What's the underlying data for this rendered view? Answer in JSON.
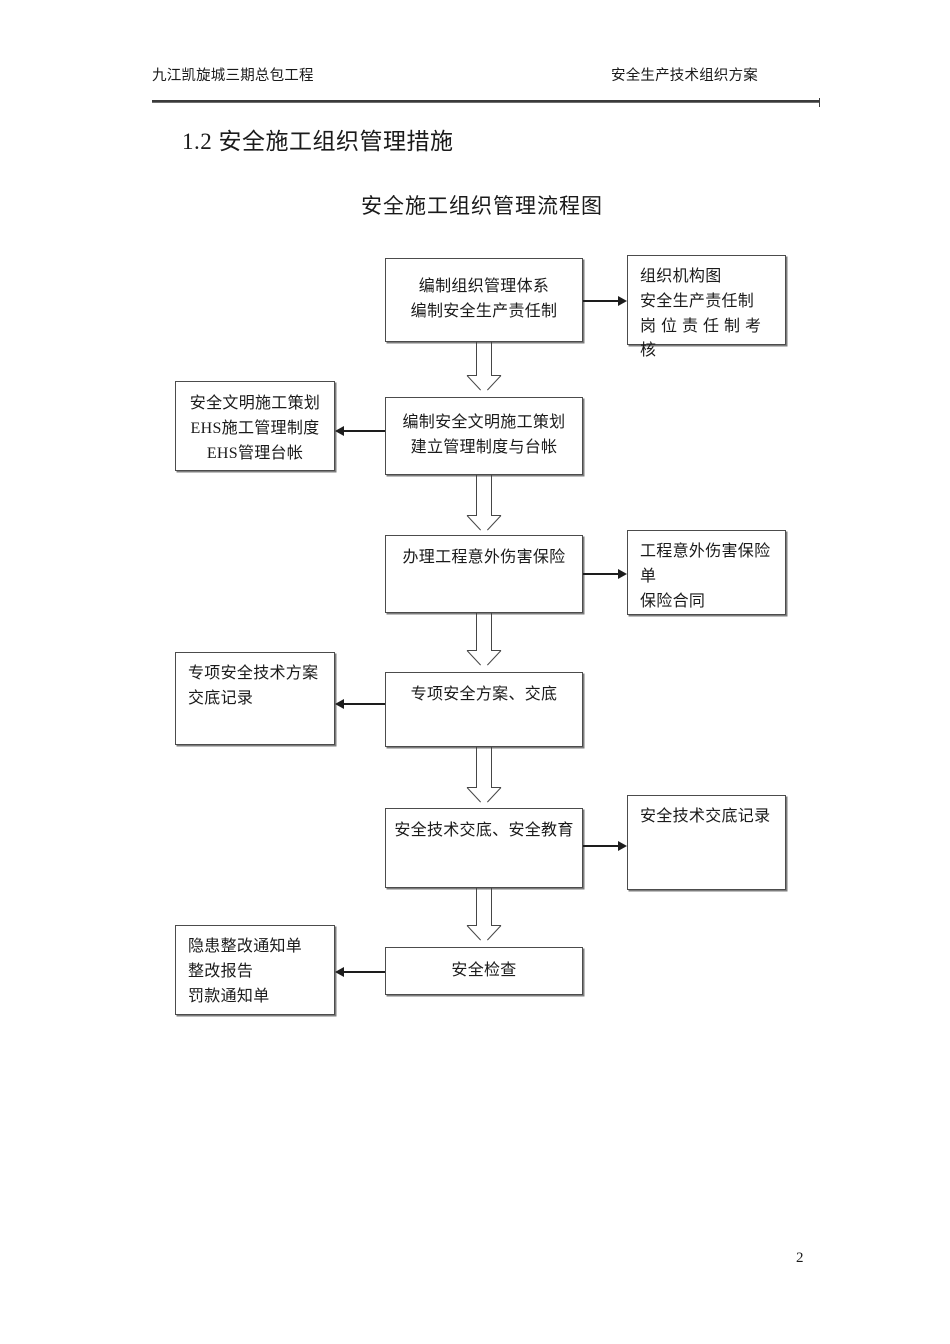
{
  "header": {
    "left": "九江凯旋城三期总包工程",
    "right": "安全生产技术组织方案"
  },
  "section_heading": "1.2 安全施工组织管理措施",
  "figure_title": "安全施工组织管理流程图",
  "page_number": "2",
  "flow": {
    "main_nodes": [
      {
        "id": "main-1",
        "line1": "编制组织管理体系",
        "line2": "编制安全生产责任制"
      },
      {
        "id": "main-2",
        "line1": "编制安全文明施工策划",
        "line2": "建立管理制度与台帐"
      },
      {
        "id": "main-3",
        "line1": "办理工程意外伤害保险",
        "line2": ""
      },
      {
        "id": "main-4",
        "line1": "专项安全方案、交底",
        "line2": ""
      },
      {
        "id": "main-5",
        "line1": "安全技术交底、安全教育",
        "line2": ""
      },
      {
        "id": "main-6",
        "line1": "安全检查",
        "line2": ""
      }
    ],
    "right_nodes": [
      {
        "id": "right-1",
        "line1": "组织机构图",
        "line2": "安全生产责任制",
        "line3": "岗位责任制考核"
      },
      {
        "id": "right-3",
        "line1": "工程意外伤害保险",
        "line2": "单",
        "line3": "保险合同"
      },
      {
        "id": "right-5",
        "line1": "安全技术交底记录",
        "line2": "",
        "line3": ""
      }
    ],
    "left_nodes": [
      {
        "id": "left-2",
        "line1": "安全文明施工策划",
        "line2": "EHS施工管理制度",
        "line3": "EHS管理台帐"
      },
      {
        "id": "left-4",
        "line1": "专项安全技术方案",
        "line2": "交底记录",
        "line3": ""
      },
      {
        "id": "left-6",
        "line1": "隐患整改通知单",
        "line2": "整改报告",
        "line3": "罚款通知单"
      }
    ]
  },
  "colors": {
    "node_border": "#4c4c4c",
    "node_shadow": "#7d7d7d",
    "connector": "#464646",
    "arrow": "#1d1d1d",
    "text": "#1a1a1a",
    "page_background": "#ffffff"
  }
}
